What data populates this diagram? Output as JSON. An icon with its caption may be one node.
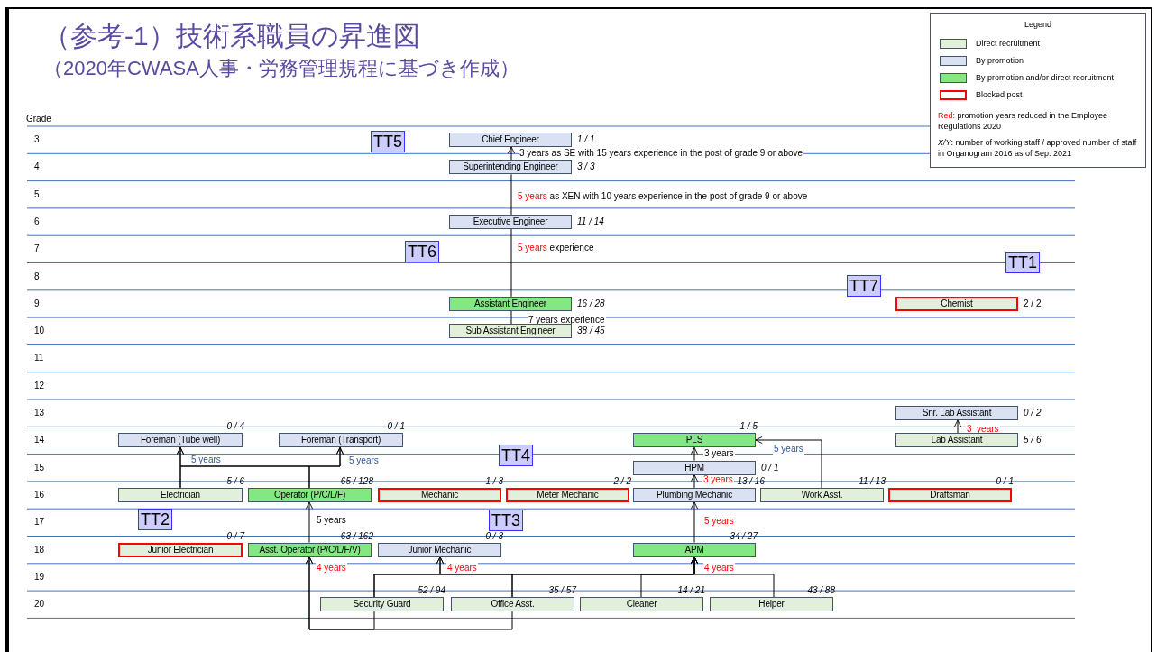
{
  "diagram": {
    "title": "（参考-1）技術系職員の昇進図",
    "nodes": [
      {
        "text": [
          "TT5"
        ]
      },
      {
        "text": [
          "Chief Engineer"
        ],
        "beside": [
          "1 / 1"
        ]
      },
      {
        "text": [
          "Superintending Engineer"
        ],
        "beside": [
          "3 / 3"
        ]
      },
      {
        "text": [
          "Executive Engineer"
        ],
        "beside": [
          "11 / 14"
        ]
      },
      {
        "text": [
          "TT6"
        ]
      },
      {
        "text": [
          "TT1"
        ]
      },
      {
        "text": [
          "TT7"
        ]
      },
      {
        "text": [
          "Assistant Engineer"
        ],
        "beside": [
          "16 / 28"
        ]
      },
      {
        "text": [
          "Chemist"
        ],
        "beside": [
          "2 / 2"
        ]
      },
      {
        "text": [
          "Sub Assistant Engineer"
        ],
        "beside": [
          "38 / 45"
        ]
      },
      {
        "text": [
          "Snr. Lab Assistant"
        ],
        "beside": [
          "0 / 2"
        ]
      },
      {
        "text": [
          "Foreman (Tube well)"
        ],
        "beside": [
          "0 / 4"
        ]
      },
      {
        "text": [
          "Foreman (Transport)"
        ],
        "beside": [
          "0 / 1"
        ]
      },
      {
        "text": [
          "PLS"
        ],
        "beside": [
          "1 / 5"
        ]
      },
      {
        "text": [
          "Lab Assistant"
        ],
        "beside": [
          "5 / 6"
        ]
      },
      {
        "text": [
          "TT4"
        ]
      },
      {
        "text": [
          "HPM"
        ],
        "beside": [
          "0 / 1"
        ]
      },
      {
        "text": [
          "Electrician"
        ],
        "beside": [
          "5 / 6"
        ]
      },
      {
        "text": [
          "Operator (P/C/L/F)"
        ],
        "beside": [
          "65 / 128"
        ]
      },
      {
        "text": [
          "Mechanic"
        ],
        "beside": [
          "1 / 3"
        ]
      },
      {
        "text": [
          "Meter Mechanic"
        ],
        "beside": [
          "2 / 2"
        ]
      },
      {
        "text": [
          "Plumbing Mechanic"
        ],
        "beside": [
          "13 / 16"
        ]
      },
      {
        "text": [
          "Work Asst."
        ],
        "beside": [
          "11 / 13"
        ]
      },
      {
        "text": [
          "Draftsman"
        ],
        "beside": [
          "0 / 1"
        ]
      },
      {
        "text": [
          "TT2"
        ]
      },
      {
        "text": [
          "TT3"
        ]
      },
      {
        "text": [
          "Junior Electrician"
        ],
        "beside": [
          "0 / 7"
        ]
      },
      {
        "text": [
          "Asst. Operator (P/C/L/F/V)"
        ],
        "beside": [
          "63 / 162"
        ]
      },
      {
        "text": [
          "Junior Mechanic"
        ],
        "beside": [
          "0 / 3"
        ]
      },
      {
        "text": [
          "APM"
        ],
        "beside": [
          "34 / 27"
        ]
      },
      {
        "text": [
          "Security Guard"
        ],
        "beside": [
          "52 / 94"
        ]
      },
      {
        "text": [
          "Office Asst."
        ],
        "beside": [
          "35 / 57"
        ]
      },
      {
        "text": [
          "Cleaner"
        ],
        "beside": [
          "14 / 21"
        ]
      },
      {
        "text": [
          "Helper"
        ],
        "beside": [
          "43 / 88"
        ]
      }
    ],
    "edges": [
      {
        "from": 2,
        "to": 1,
        "arrow": "to",
        "label": "3 years as SE with 15 years experience in the post of grade 9 or above"
      },
      {
        "from": 3,
        "to": 2,
        "arrow": "none",
        "label": "5 years as XEN with 10 years experience in the post of grade 9 or above"
      },
      {
        "from": 7,
        "to": 3,
        "arrow": "none",
        "label": "5 years experience"
      },
      {
        "from": 9,
        "to": 7,
        "arrow": "none",
        "label": "7 years experience"
      },
      {
        "from": 14,
        "to": 10,
        "arrow": "to",
        "label": "3  years"
      },
      {
        "from": 17,
        "to": 11,
        "arrow": "to",
        "label": "5 years"
      },
      {
        "from": 17,
        "to": 12,
        "arrow": "to"
      },
      {
        "from": 18,
        "to": 11,
        "arrow": "to"
      },
      {
        "from": 18,
        "to": 12,
        "arrow": "to",
        "label": "5 years"
      },
      {
        "from": 27,
        "to": 18,
        "arrow": "to",
        "label": "5 years"
      },
      {
        "from": 30,
        "to": 27,
        "arrow": "to",
        "label": "4 years"
      },
      {
        "from": 31,
        "to": 27,
        "arrow": "to"
      },
      {
        "from": 30,
        "to": 28,
        "arrow": "to",
        "label": "4 years"
      },
      {
        "from": 31,
        "to": 28,
        "arrow": "to"
      },
      {
        "from": 30,
        "to": 29,
        "arrow": "to",
        "label": "4 years"
      },
      {
        "from": 31,
        "to": 29,
        "arrow": "to"
      },
      {
        "from": 32,
        "to": 29,
        "arrow": "to"
      },
      {
        "from": 33,
        "to": 29,
        "arrow": "to"
      },
      {
        "from": 29,
        "to": 21,
        "arrow": "to",
        "label": "5 years"
      },
      {
        "from": 21,
        "to": 16,
        "arrow": "to",
        "label": "3 years"
      },
      {
        "from": 16,
        "to": 13,
        "arrow": "to",
        "label": "3 years"
      },
      {
        "from": 22,
        "to": 13,
        "arrow": "to",
        "label": "5 years"
      }
    ],
    "labels": [
      "（2020年CWASA人事・労務管理規程に基づき作成）",
      "Grade",
      "3",
      "4",
      "5",
      "6",
      "7",
      "8",
      "9",
      "10",
      "11",
      "12",
      "13",
      "14",
      "15",
      "16",
      "17",
      "18",
      "19",
      "20",
      "Legend",
      "Red: promotion years reduced in the Employee Regulations 2020",
      "*X/Y*: number of working staff / approved number of staff in Organogram 2016 as of Sep. 2021"
    ],
    "legend": [
      {
        "text": "Direct recruitment",
        "color": "#e2efda"
      },
      {
        "text": "By promotion",
        "color": "#d9e1f2"
      },
      {
        "text": "By promotion and/or direct recruitment",
        "color": "#83e883"
      },
      {
        "text": "Blocked post"
      }
    ]
  }
}
